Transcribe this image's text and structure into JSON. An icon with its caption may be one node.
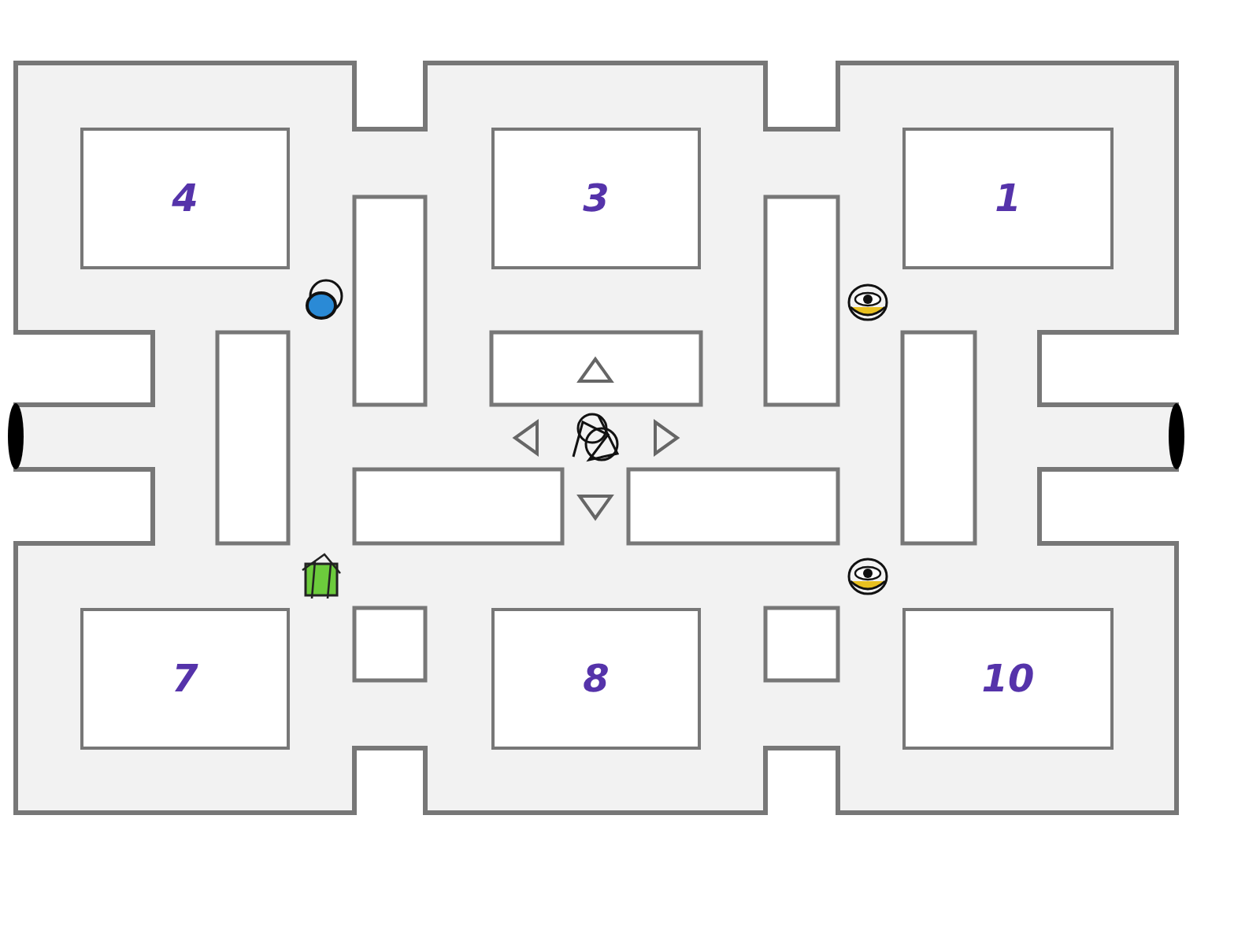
{
  "diagram": {
    "nodes": [
      {
        "text": [
          "4"
        ]
      },
      {
        "text": [
          "3"
        ]
      },
      {
        "text": [
          "1"
        ]
      },
      {
        "text": [
          "7"
        ]
      },
      {
        "text": [
          "8"
        ]
      },
      {
        "text": [
          "10"
        ]
      }
    ]
  }
}
